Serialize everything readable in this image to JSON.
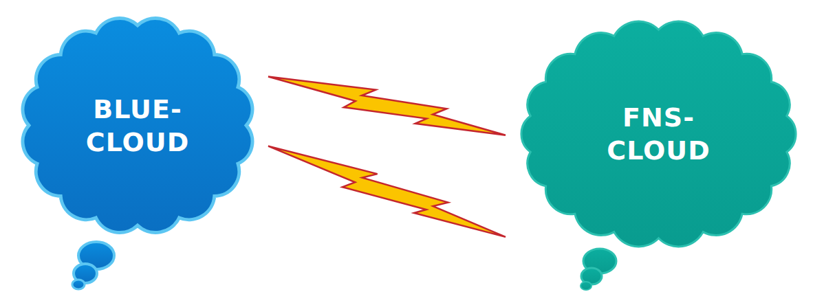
{
  "diagram": {
    "nodes": [
      {
        "text": [
          "BLUE- CLOUD"
        ]
      },
      {
        "text": [
          "FNS- CLOUD"
        ]
      }
    ],
    "edges": [
      {
        "from": 0,
        "to": 1,
        "arrow": "none"
      },
      {
        "from": 0,
        "to": 1,
        "arrow": "none"
      }
    ]
  }
}
